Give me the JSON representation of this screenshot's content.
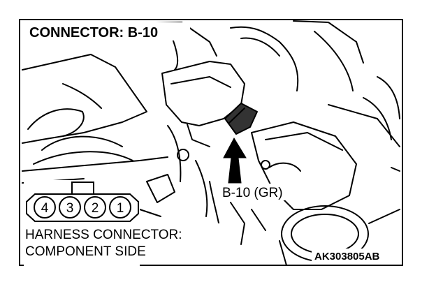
{
  "diagram": {
    "title": "CONNECTOR: B-10",
    "connector_label": "B-10 (GR)",
    "harness_label_line1": "HARNESS CONNECTOR:",
    "harness_label_line2": "COMPONENT SIDE",
    "pins": [
      "4",
      "3",
      "2",
      "1"
    ],
    "figure_code": "AK303805AB"
  }
}
